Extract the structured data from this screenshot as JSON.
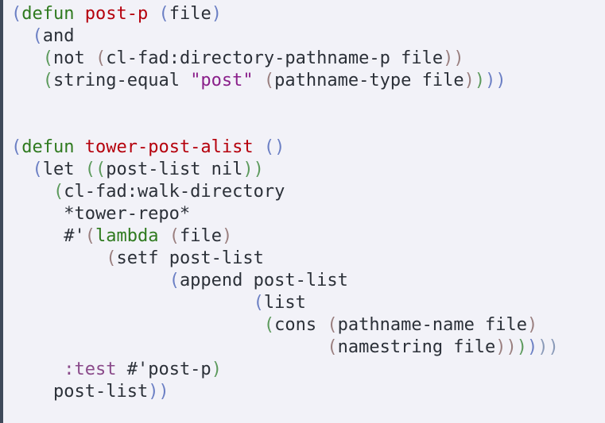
{
  "editor": {
    "language": "lisp",
    "colors": {
      "background": "#f2f2f8",
      "gutter": "#3f4a5a",
      "text": "#2b3038",
      "keyword": "#2f7a1f",
      "function_name": "#b5000c",
      "string": "#8a1f8a",
      "symbol": "#8a4a8a",
      "paren_level_1": "#6b7fc4",
      "paren_level_2": "#5c9a5c",
      "paren_level_3": "#9a7f7f",
      "paren_level_4": "#8a9ab8"
    },
    "lines": [
      [
        [
          "p1",
          "("
        ],
        [
          "keyword",
          "defun"
        ],
        [
          "default",
          " "
        ],
        [
          "fn",
          "post-p"
        ],
        [
          "default",
          " "
        ],
        [
          "p1",
          "("
        ],
        [
          "default",
          "file"
        ],
        [
          "p1",
          ")"
        ]
      ],
      [
        [
          "default",
          "  "
        ],
        [
          "p1",
          "("
        ],
        [
          "default",
          "and"
        ]
      ],
      [
        [
          "default",
          "   "
        ],
        [
          "p2",
          "("
        ],
        [
          "default",
          "not "
        ],
        [
          "p3",
          "("
        ],
        [
          "default",
          "cl-fad:directory-pathname-p file"
        ],
        [
          "p3",
          "))"
        ]
      ],
      [
        [
          "default",
          "   "
        ],
        [
          "p2",
          "("
        ],
        [
          "default",
          "string-equal "
        ],
        [
          "string",
          "\"post\""
        ],
        [
          "default",
          " "
        ],
        [
          "p3",
          "("
        ],
        [
          "default",
          "pathname-type file"
        ],
        [
          "p3",
          ")"
        ],
        [
          "p2",
          ")"
        ],
        [
          "p1",
          "))"
        ]
      ],
      [],
      [],
      [
        [
          "p1",
          "("
        ],
        [
          "keyword",
          "defun"
        ],
        [
          "default",
          " "
        ],
        [
          "fn",
          "tower-post-alist"
        ],
        [
          "default",
          " "
        ],
        [
          "p1",
          "()"
        ]
      ],
      [
        [
          "default",
          "  "
        ],
        [
          "p1",
          "("
        ],
        [
          "default",
          "let "
        ],
        [
          "p2",
          "(("
        ],
        [
          "default",
          "post-list nil"
        ],
        [
          "p2",
          "))"
        ]
      ],
      [
        [
          "default",
          "    "
        ],
        [
          "p2",
          "("
        ],
        [
          "default",
          "cl-fad:walk-directory"
        ]
      ],
      [
        [
          "default",
          "     *tower-repo*"
        ]
      ],
      [
        [
          "default",
          "     #'"
        ],
        [
          "p3",
          "("
        ],
        [
          "keyword",
          "lambda"
        ],
        [
          "default",
          " "
        ],
        [
          "p3",
          "("
        ],
        [
          "default",
          "file"
        ],
        [
          "p3",
          ")"
        ]
      ],
      [
        [
          "default",
          "         "
        ],
        [
          "p3",
          "("
        ],
        [
          "default",
          "setf post-list"
        ]
      ],
      [
        [
          "default",
          "               "
        ],
        [
          "p1",
          "("
        ],
        [
          "default",
          "append post-list"
        ]
      ],
      [
        [
          "default",
          "                       "
        ],
        [
          "p1",
          "("
        ],
        [
          "default",
          "list"
        ]
      ],
      [
        [
          "default",
          "                        "
        ],
        [
          "p2",
          "("
        ],
        [
          "default",
          "cons "
        ],
        [
          "p3",
          "("
        ],
        [
          "default",
          "pathname-name file"
        ],
        [
          "p3",
          ")"
        ]
      ],
      [
        [
          "default",
          "                              "
        ],
        [
          "p3",
          "("
        ],
        [
          "default",
          "namestring file"
        ],
        [
          "p3",
          "))"
        ],
        [
          "p2",
          ")"
        ],
        [
          "p1",
          ")"
        ],
        [
          "p4",
          "))"
        ]
      ],
      [
        [
          "default",
          "     "
        ],
        [
          "symbol",
          ":test"
        ],
        [
          "default",
          " #'post-p"
        ],
        [
          "p2",
          ")"
        ]
      ],
      [
        [
          "default",
          "    post-list"
        ],
        [
          "p1",
          "))"
        ]
      ]
    ]
  }
}
